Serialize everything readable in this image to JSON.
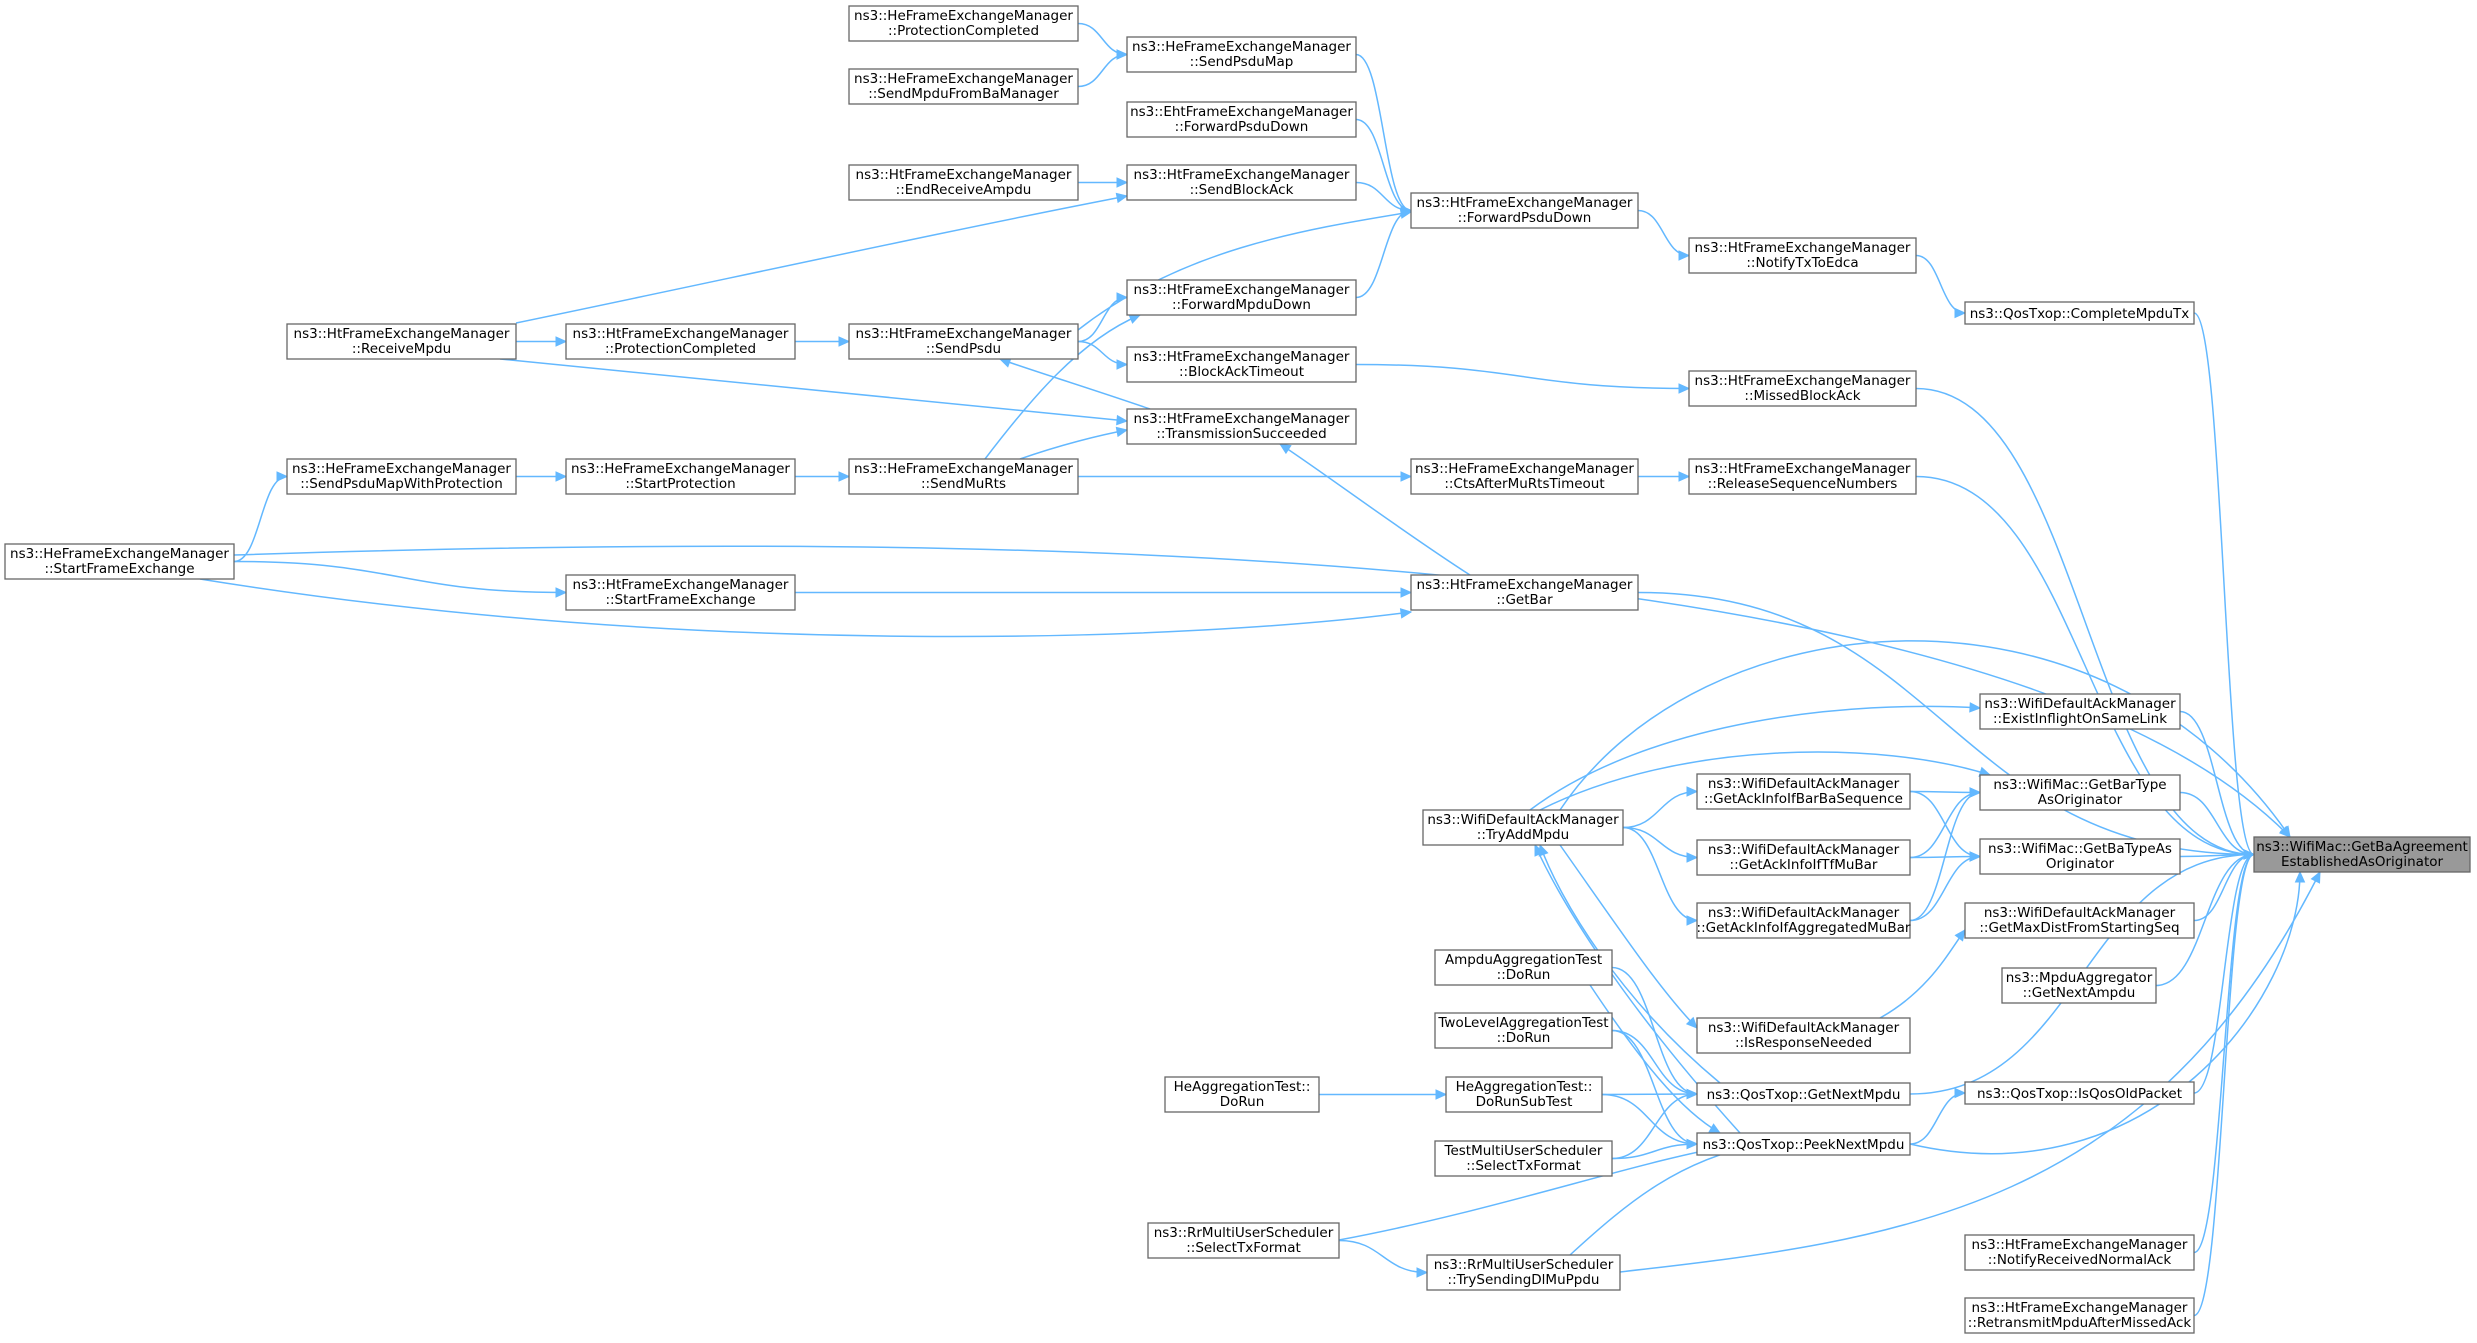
{
  "colors": {
    "edge": "#63b8ff",
    "node_border": "#666666",
    "root_fill": "#999999",
    "node_fill": "#ffffff"
  },
  "nodes": {
    "n0": {
      "lines": [
        "ns3::WifiMac::GetBaAgreement",
        "EstablishedAsOriginator"
      ],
      "root": true
    },
    "n1": {
      "lines": [
        "ns3::QosTxop::CompleteMpduTx"
      ]
    },
    "n2": {
      "lines": [
        "ns3::HtFrameExchangeManager",
        "::NotifyTxToEdca"
      ]
    },
    "n3": {
      "lines": [
        "ns3::HtFrameExchangeManager",
        "::ForwardPsduDown"
      ]
    },
    "n4": {
      "lines": [
        "ns3::HeFrameExchangeManager",
        "::SendPsduMap"
      ]
    },
    "n5": {
      "lines": [
        "ns3::HeFrameExchangeManager",
        "::ProtectionCompleted"
      ]
    },
    "n6": {
      "lines": [
        "ns3::HeFrameExchangeManager",
        "::SendMpduFromBaManager"
      ]
    },
    "n7": {
      "lines": [
        "ns3::EhtFrameExchangeManager",
        "::ForwardPsduDown"
      ]
    },
    "n8": {
      "lines": [
        "ns3::HtFrameExchangeManager",
        "::SendBlockAck"
      ]
    },
    "n9": {
      "lines": [
        "ns3::HtFrameExchangeManager",
        "::EndReceiveAmpdu"
      ]
    },
    "n10": {
      "lines": [
        "ns3::HtFrameExchangeManager",
        "::ForwardMpduDown"
      ]
    },
    "n11": {
      "lines": [
        "ns3::HtFrameExchangeManager",
        "::SendPsdu"
      ]
    },
    "n12": {
      "lines": [
        "ns3::HtFrameExchangeManager",
        "::ProtectionCompleted"
      ]
    },
    "n13": {
      "lines": [
        "ns3::HtFrameExchangeManager",
        "::ReceiveMpdu"
      ]
    },
    "n14": {
      "lines": [
        "ns3::HtFrameExchangeManager",
        "::BlockAckTimeout"
      ]
    },
    "n15": {
      "lines": [
        "ns3::HtFrameExchangeManager",
        "::TransmissionSucceeded"
      ]
    },
    "n16": {
      "lines": [
        "ns3::HtFrameExchangeManager",
        "::MissedBlockAck"
      ]
    },
    "n17": {
      "lines": [
        "ns3::HeFrameExchangeManager",
        "::SendPsduMapWithProtection"
      ]
    },
    "n18": {
      "lines": [
        "ns3::HeFrameExchangeManager",
        "::StartProtection"
      ]
    },
    "n19": {
      "lines": [
        "ns3::HeFrameExchangeManager",
        "::SendMuRts"
      ]
    },
    "n20": {
      "lines": [
        "ns3::HeFrameExchangeManager",
        "::CtsAfterMuRtsTimeout"
      ]
    },
    "n21": {
      "lines": [
        "ns3::HtFrameExchangeManager",
        "::ReleaseSequenceNumbers"
      ]
    },
    "n22": {
      "lines": [
        "ns3::HeFrameExchangeManager",
        "::StartFrameExchange"
      ]
    },
    "n23": {
      "lines": [
        "ns3::HtFrameExchangeManager",
        "::StartFrameExchange"
      ]
    },
    "n24": {
      "lines": [
        "ns3::HtFrameExchangeManager",
        "::GetBar"
      ]
    },
    "n25": {
      "lines": [
        "ns3::WifiDefaultAckManager",
        "::ExistInflightOnSameLink"
      ]
    },
    "n26": {
      "lines": [
        "ns3::WifiMac::GetBarType",
        "AsOriginator"
      ]
    },
    "n27": {
      "lines": [
        "ns3::WifiDefaultAckManager",
        "::GetAckInfoIfBarBaSequence"
      ]
    },
    "n28": {
      "lines": [
        "ns3::WifiDefaultAckManager",
        "::TryAddMpdu"
      ]
    },
    "n29": {
      "lines": [
        "ns3::WifiMac::GetBaTypeAs",
        "Originator"
      ]
    },
    "n30": {
      "lines": [
        "ns3::WifiDefaultAckManager",
        "::GetAckInfoIfTfMuBar"
      ]
    },
    "n31": {
      "lines": [
        "ns3::WifiDefaultAckManager",
        "::GetAckInfoIfAggregatedMuBar"
      ]
    },
    "n32": {
      "lines": [
        "ns3::WifiDefaultAckManager",
        "::GetMaxDistFromStartingSeq"
      ]
    },
    "n33": {
      "lines": [
        "ns3::MpduAggregator",
        "::GetNextAmpdu"
      ]
    },
    "n34": {
      "lines": [
        "AmpduAggregationTest",
        "::DoRun"
      ]
    },
    "n35": {
      "lines": [
        "ns3::WifiDefaultAckManager",
        "::IsResponseNeeded"
      ]
    },
    "n36": {
      "lines": [
        "TwoLevelAggregationTest",
        "::DoRun"
      ]
    },
    "n37": {
      "lines": [
        "HeAggregationTest::",
        "DoRun"
      ]
    },
    "n38": {
      "lines": [
        "HeAggregationTest::",
        "DoRunSubTest"
      ]
    },
    "n39": {
      "lines": [
        "ns3::QosTxop::GetNextMpdu"
      ]
    },
    "n40": {
      "lines": [
        "ns3::QosTxop::IsQosOldPacket"
      ]
    },
    "n41": {
      "lines": [
        "TestMultiUserScheduler",
        "::SelectTxFormat"
      ]
    },
    "n42": {
      "lines": [
        "ns3::QosTxop::PeekNextMpdu"
      ]
    },
    "n43": {
      "lines": [
        "ns3::RrMultiUserScheduler",
        "::SelectTxFormat"
      ]
    },
    "n44": {
      "lines": [
        "ns3::RrMultiUserScheduler",
        "::TrySendingDlMuPpdu"
      ]
    },
    "n45": {
      "lines": [
        "ns3::HtFrameExchangeManager",
        "::NotifyReceivedNormalAck"
      ]
    },
    "n46": {
      "lines": [
        "ns3::HtFrameExchangeManager",
        "::RetransmitMpduAfterMissedAck"
      ]
    }
  }
}
